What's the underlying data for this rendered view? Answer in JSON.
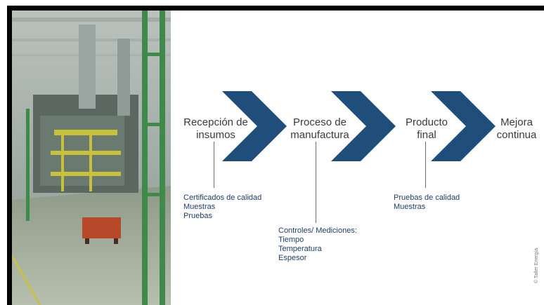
{
  "diagram": {
    "stages": [
      {
        "label_line1": "Recepción de",
        "label_line2": "insumos"
      },
      {
        "label_line1": "Proceso de",
        "label_line2": "manufactura"
      },
      {
        "label_line1": "Producto",
        "label_line2": "final"
      },
      {
        "label_line1": "Mejora",
        "label_line2": "continua"
      }
    ],
    "details": [
      {
        "lines": [
          "Certificados de calidad",
          "Muestras",
          "Pruebas"
        ]
      },
      {
        "lines": [
          "Controles/ Mediciones:",
          "Tiempo",
          "Temperatura",
          "Espesor"
        ]
      },
      {
        "lines": [
          "Pruebas de calidad",
          "Muestras"
        ]
      }
    ],
    "credit": "© Taller Energía",
    "colors": {
      "chevron": "#1f4e7a",
      "detail_text": "#1f3e68",
      "stage_text": "#3a3a3a"
    }
  },
  "photo": {
    "subject": "industrial factory machinery"
  }
}
